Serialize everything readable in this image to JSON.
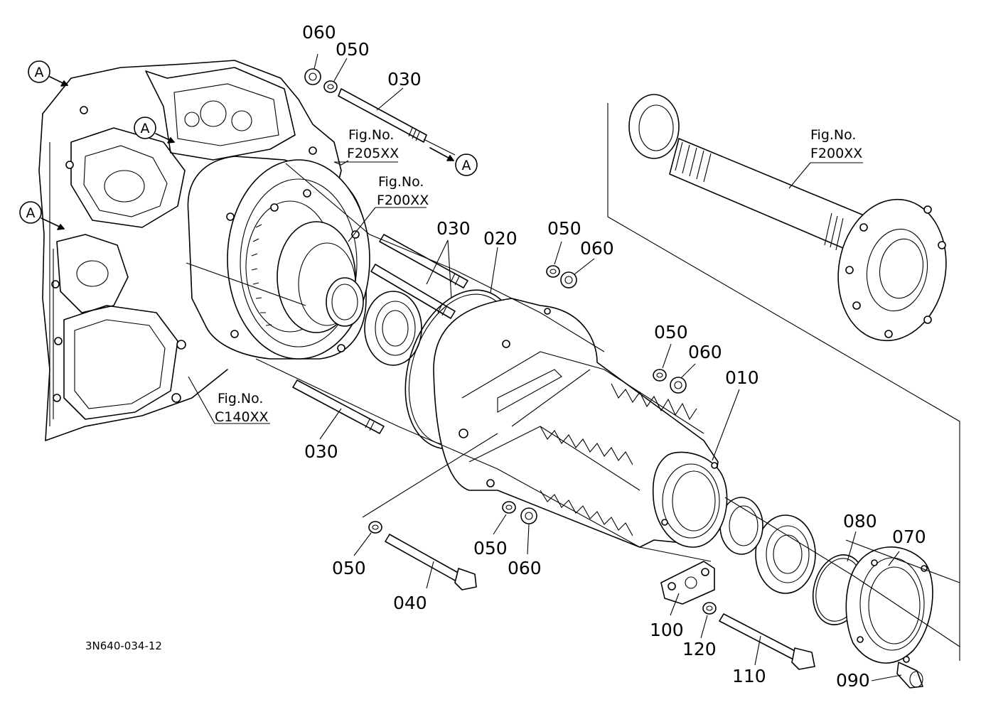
{
  "part_labels": {
    "p060_top": "060",
    "p050_top": "050",
    "p030_top": "030",
    "p030_mid": "030",
    "p020": "020",
    "p050_r1": "050",
    "p060_r1": "060",
    "p050_r2": "050",
    "p060_r2": "060",
    "p010": "010",
    "p030_low": "030",
    "p050_bl": "050",
    "p040": "040",
    "p050_bm": "050",
    "p060_bm": "060",
    "p080": "080",
    "p070": "070",
    "p100": "100",
    "p120": "120",
    "p110": "110",
    "p090": "090"
  },
  "fig_refs": [
    {
      "line1": "Fig.No.",
      "line2": "F205XX"
    },
    {
      "line1": "Fig.No.",
      "line2": "F200XX"
    },
    {
      "line1": "Fig.No.",
      "line2": "C140XX"
    },
    {
      "line1": "Fig.No.",
      "line2": "F200XX"
    }
  ],
  "view_markers": [
    "A",
    "A",
    "A",
    "A"
  ],
  "drawing_code": "3N640-034-12"
}
